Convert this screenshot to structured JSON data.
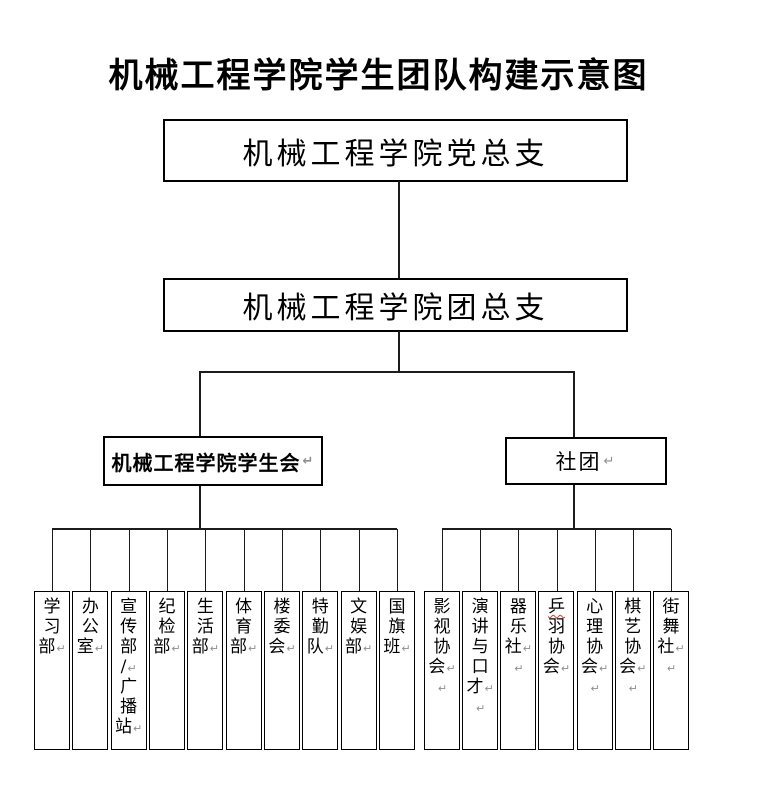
{
  "title": "机械工程学院学生团队构建示意图",
  "glyphs": {
    "return_mark": "↵"
  },
  "colors": {
    "background": "#ffffff",
    "line": "#1c1c1c",
    "box_border": "#000000",
    "text": "#000000",
    "return_mark": "#8e8e8e",
    "spellcheck_underline": "#e03a2f"
  },
  "nodes": {
    "party_branch": {
      "label": "机械工程学院党总支"
    },
    "league_branch": {
      "label": "机械工程学院团总支"
    },
    "student_union": {
      "label": "机械工程学院学生会"
    },
    "clubs": {
      "label": "社团"
    }
  },
  "student_union_children": [
    {
      "label": "学习部",
      "segments": [
        "学习部"
      ]
    },
    {
      "label": "办公室",
      "segments": [
        "办公室"
      ]
    },
    {
      "label": "宣传部/广播站",
      "segments": [
        "宣传部/",
        "广播站"
      ]
    },
    {
      "label": "纪检部",
      "segments": [
        "纪检部"
      ]
    },
    {
      "label": "生活部",
      "segments": [
        "生活部"
      ]
    },
    {
      "label": "体育部",
      "segments": [
        "体育部"
      ]
    },
    {
      "label": "楼委会",
      "segments": [
        "楼委会"
      ]
    },
    {
      "label": "特勤队",
      "segments": [
        "特勤队"
      ]
    },
    {
      "label": "文娱部",
      "segments": [
        "文娱部"
      ]
    },
    {
      "label": "国旗班",
      "segments": [
        "国旗班"
      ]
    }
  ],
  "clubs_children": [
    {
      "label": "影视协会",
      "segments": [
        "影视协会",
        ""
      ]
    },
    {
      "label": "演讲与口才",
      "segments": [
        "演讲与口才",
        ""
      ]
    },
    {
      "label": "器乐社",
      "segments": [
        "器乐社",
        ""
      ]
    },
    {
      "label": "乒羽协会",
      "segments": [
        "乒羽协会"
      ],
      "squiggle_char": "乒"
    },
    {
      "label": "心理协会",
      "segments": [
        "心理协会",
        ""
      ]
    },
    {
      "label": "棋艺协会",
      "segments": [
        "棋艺协会",
        ""
      ]
    },
    {
      "label": "街舞社",
      "segments": [
        "街舞社",
        ""
      ]
    }
  ]
}
